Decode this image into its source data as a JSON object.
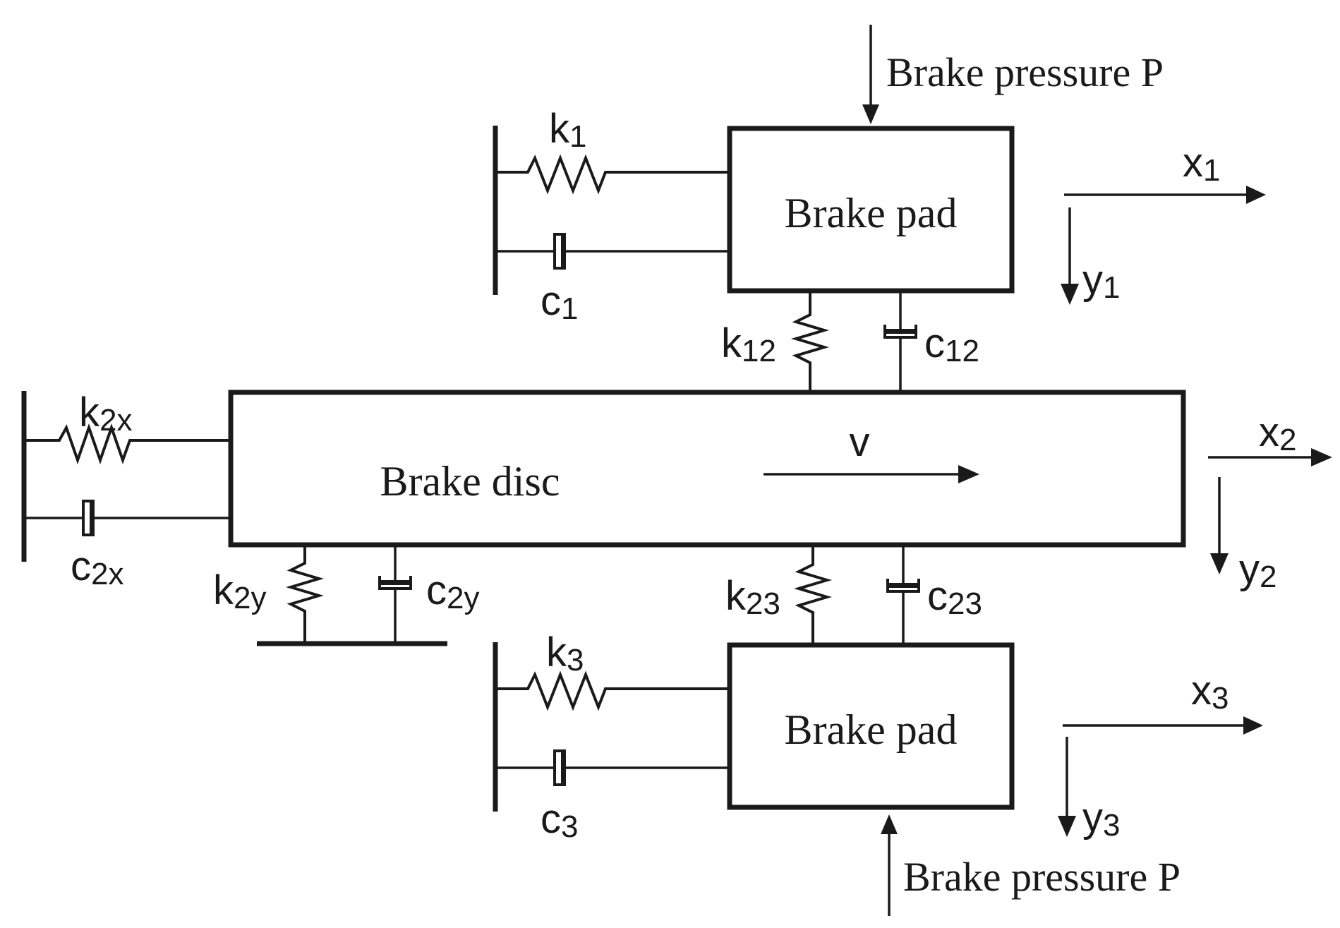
{
  "labels": {
    "brake_pressure_top": "Brake pressure P",
    "brake_pressure_bottom": "Brake pressure P",
    "brake_pad_top": "Brake pad",
    "brake_pad_bottom": "Brake pad",
    "brake_disc": "Brake disc",
    "velocity": "v"
  },
  "symbols": {
    "k1": {
      "base": "k",
      "sub": "1"
    },
    "c1": {
      "base": "c",
      "sub": "1"
    },
    "k12": {
      "base": "k",
      "sub": "12"
    },
    "c12": {
      "base": "c",
      "sub": "12"
    },
    "k2x": {
      "base": "k",
      "sub": "2x"
    },
    "c2x": {
      "base": "c",
      "sub": "2x"
    },
    "k2y": {
      "base": "k",
      "sub": "2y"
    },
    "c2y": {
      "base": "c",
      "sub": "2y"
    },
    "k23": {
      "base": "k",
      "sub": "23"
    },
    "c23": {
      "base": "c",
      "sub": "23"
    },
    "k3": {
      "base": "k",
      "sub": "3"
    },
    "c3": {
      "base": "c",
      "sub": "3"
    },
    "x1": {
      "base": "x",
      "sub": "1"
    },
    "y1": {
      "base": "y",
      "sub": "1"
    },
    "x2": {
      "base": "x",
      "sub": "2"
    },
    "y2": {
      "base": "y",
      "sub": "2"
    },
    "x3": {
      "base": "x",
      "sub": "3"
    },
    "y3": {
      "base": "y",
      "sub": "3"
    }
  }
}
